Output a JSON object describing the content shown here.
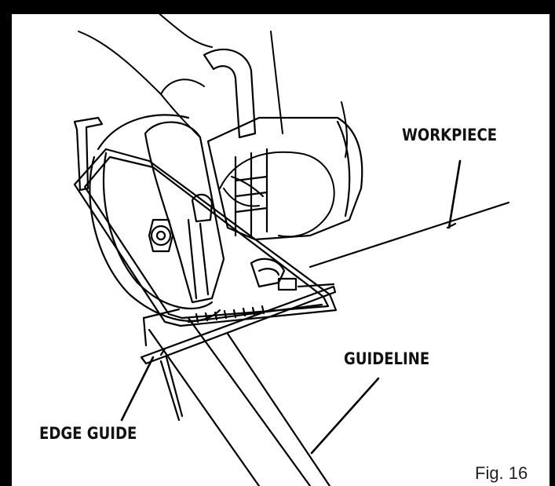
{
  "callouts": {
    "workpiece": "WORKPIECE",
    "guideline": "GUIDELINE",
    "edge_guide": "EDGE GUIDE"
  },
  "figure": {
    "label": "Fig. 16"
  },
  "colors": {
    "ink": "#000000",
    "background": "#ffffff"
  }
}
